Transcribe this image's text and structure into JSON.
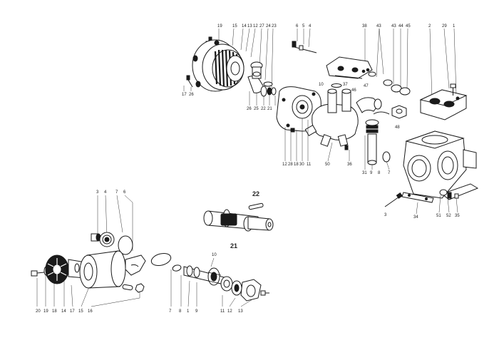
{
  "top_assembly_labels": [
    "19",
    "15",
    "14",
    "13",
    "12",
    "27",
    "24",
    "23",
    "6",
    "5",
    "4",
    "38",
    "43",
    "43",
    "44",
    "45",
    "2",
    "29",
    "1",
    "17",
    "26",
    "26",
    "25",
    "22",
    "21",
    "10",
    "37",
    "46",
    "47",
    "48",
    "12",
    "28",
    "18",
    "30",
    "11",
    "50",
    "36",
    "31",
    "9",
    "8",
    "7",
    "34",
    "3",
    "51",
    "52",
    "35"
  ],
  "shaft": {
    "pin_label": "22",
    "shaft_label": "21"
  },
  "bottom_left_labels": [
    "3",
    "4",
    "7",
    "6",
    "20",
    "19",
    "18",
    "14",
    "17",
    "15",
    "16"
  ],
  "bottom_middle_labels": [
    "10",
    "7",
    "8",
    "1",
    "9",
    "11",
    "12",
    "13"
  ]
}
